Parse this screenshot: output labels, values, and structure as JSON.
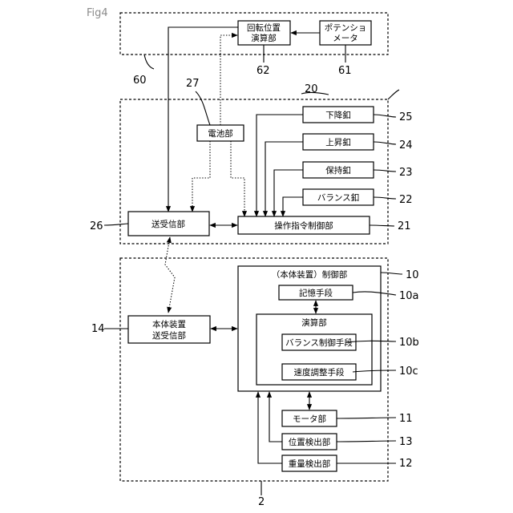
{
  "figure_label": "Fig4",
  "blocks": {
    "rotation_calc_line1": "回転位置",
    "rotation_calc_line2": "演算部",
    "potentiometer_line1": "ポテンショ",
    "potentiometer_line2": "メータ",
    "battery": "電池部",
    "lower_button": "下降釦",
    "raise_button": "上昇釦",
    "hold_button": "保持釦",
    "balance_button": "バランス釦",
    "transceiver": "送受信部",
    "operation_control": "操作指令制御部",
    "main_control": "（本体装置）制御部",
    "memory": "記憶手段",
    "calc": "演算部",
    "balance_control": "バランス制御手段",
    "speed_adjust": "速度調整手段",
    "main_transceiver_line1": "本体装置",
    "main_transceiver_line2": "送受信部",
    "motor": "モータ部",
    "position_detect": "位置検出部",
    "weight_detect": "重量検出部"
  },
  "refs": {
    "r60": "60",
    "r62": "62",
    "r61": "61",
    "r27": "27",
    "r20": "20",
    "r25": "25",
    "r24": "24",
    "r23": "23",
    "r22": "22",
    "r26": "26",
    "r21": "21",
    "r10": "10",
    "r10a": "10a",
    "r14": "14",
    "r10b": "10b",
    "r10c": "10c",
    "r11": "11",
    "r13": "13",
    "r12": "12",
    "r2": "2"
  }
}
